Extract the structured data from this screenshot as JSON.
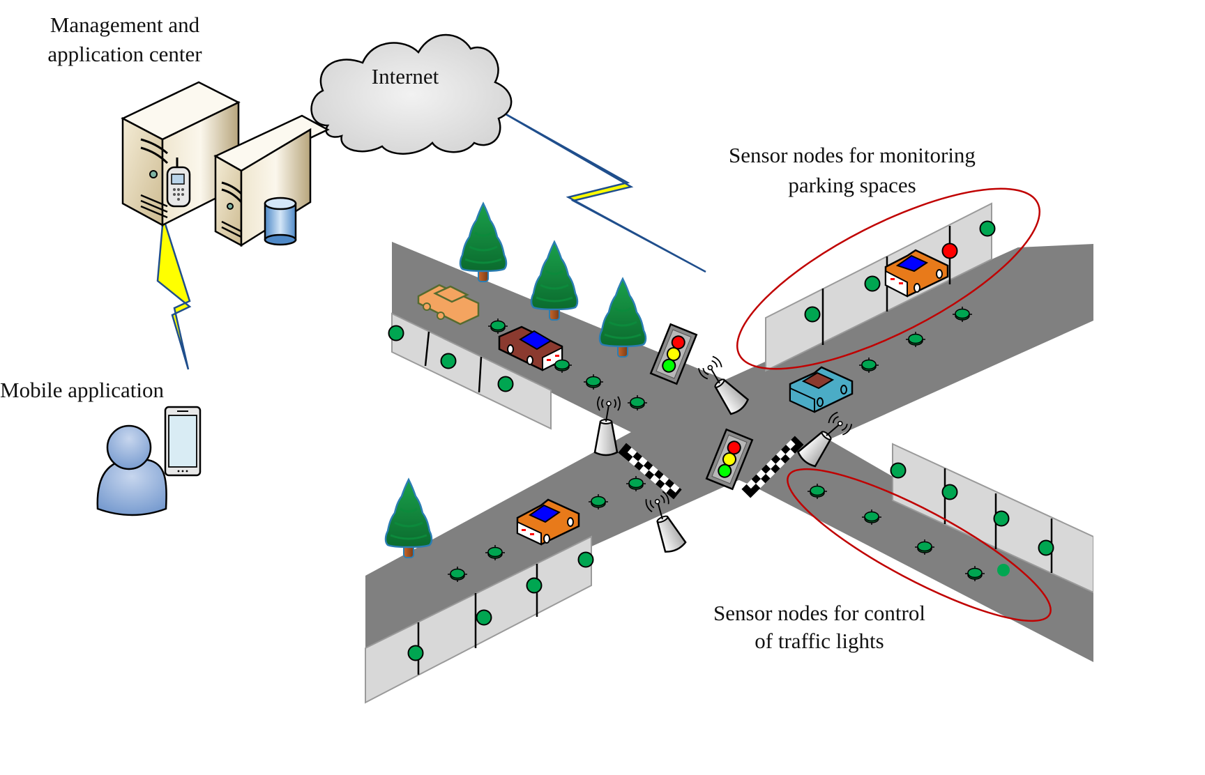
{
  "labels": {
    "management_line1": "Management and",
    "management_line2": "application center",
    "internet": "Internet",
    "mobile_application": "Mobile application",
    "parking_line1": "Sensor nodes for monitoring",
    "parking_line2": "parking spaces",
    "traffic_line1": "Sensor nodes for control",
    "traffic_line2": "of traffic lights"
  },
  "colors": {
    "road": "#808080",
    "sidewalk": "#d8d8d8",
    "sensor_green": "#00a651",
    "sensor_occupied": "#ff0000",
    "highlight_ellipse": "#c00000",
    "lightning_fill": "#ffff00",
    "lightning_stroke": "#1f4e8c",
    "server_body": "#d9ccae",
    "cloud_fill": "#e6e6e6"
  },
  "components": [
    {
      "id": "servers",
      "icon": "server-icon",
      "count": 2
    },
    {
      "id": "database",
      "icon": "database-icon"
    },
    {
      "id": "cloud",
      "icon": "cloud-icon"
    },
    {
      "id": "user",
      "icon": "user-icon"
    },
    {
      "id": "smartphone",
      "icon": "smartphone-icon"
    },
    {
      "id": "traffic-lights",
      "icon": "traffic-light-icon",
      "count": 2
    },
    {
      "id": "antennas",
      "icon": "antenna-icon",
      "count": 4
    },
    {
      "id": "cars",
      "icon": "car-icon",
      "count": 5
    },
    {
      "id": "trees",
      "icon": "tree-icon",
      "count": 4
    }
  ],
  "parking_sensors": {
    "occupied": 1
  }
}
